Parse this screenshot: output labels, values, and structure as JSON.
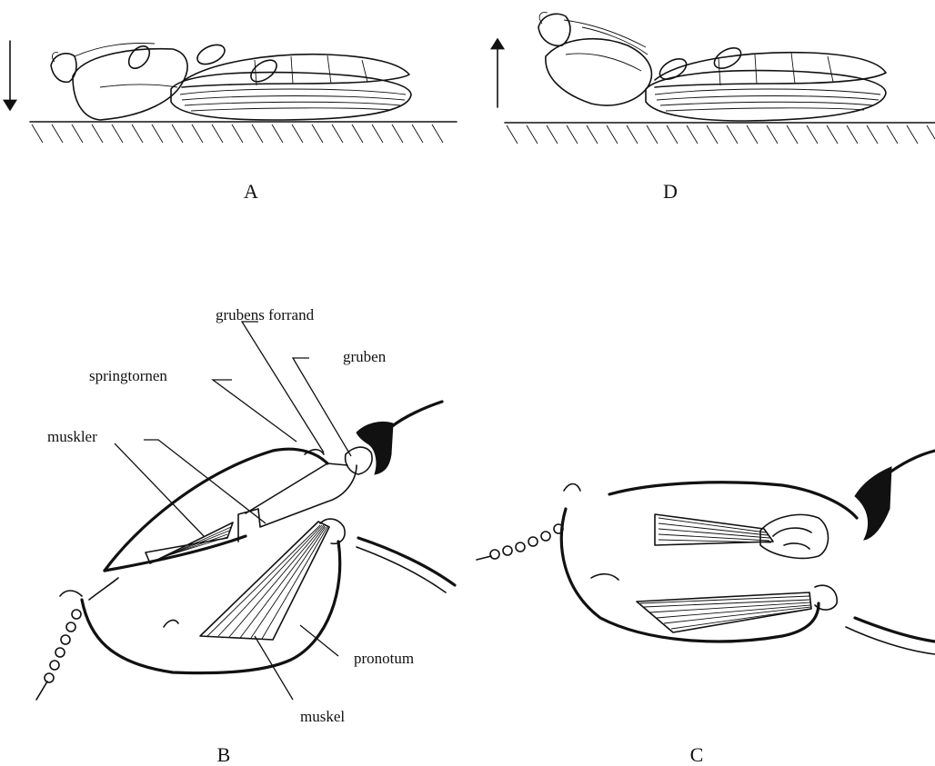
{
  "panels": {
    "A": {
      "letter": "A"
    },
    "D": {
      "letter": "D"
    },
    "B": {
      "letter": "B",
      "callouts": {
        "grubens_forrand": "grubens forrand",
        "gruben": "gruben",
        "springtornen": "springtornen",
        "muskler": "muskler",
        "pronotum": "pronotum",
        "muskel": "muskel"
      }
    },
    "C": {
      "letter": "C"
    }
  },
  "arrows": {
    "A": "down",
    "D": "up"
  }
}
